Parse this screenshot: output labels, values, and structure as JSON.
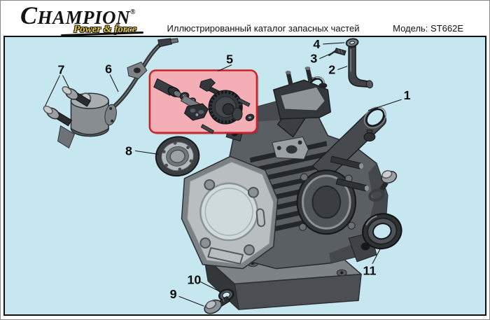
{
  "header": {
    "logo": {
      "name": "CHAMPION",
      "reg": "®",
      "tagline": "Power & force"
    },
    "title": "Иллюстрированный каталог запасных частей",
    "model": "Модель: ST662E"
  },
  "diagram": {
    "callouts": [
      {
        "label": "1"
      },
      {
        "label": "2"
      },
      {
        "label": "3"
      },
      {
        "label": "4"
      },
      {
        "label": "5"
      },
      {
        "label": "6"
      },
      {
        "label": "7"
      },
      {
        "label": "8"
      },
      {
        "label": "9"
      },
      {
        "label": "10"
      },
      {
        "label": "11"
      }
    ]
  },
  "colors": {
    "panel_bg": "#c7e7f0",
    "highlight_fill": "#f4aeb6",
    "highlight_border": "#cc2127",
    "highlight_shadow": "rgba(140,20,35,0.32)",
    "callout_text": "#0c0c0c",
    "tagline_yellow": "#e9c81e"
  }
}
